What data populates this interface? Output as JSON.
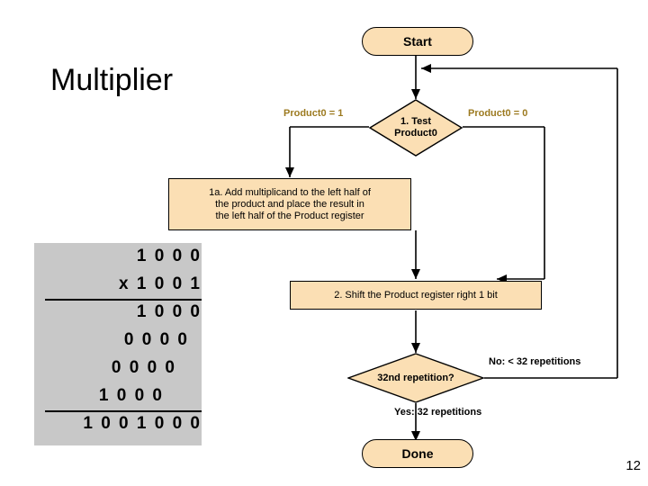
{
  "slide": {
    "title": "Multiplier",
    "page_number": "12"
  },
  "worked_example": {
    "rows": [
      {
        "text": "1 0  0  0"
      },
      {
        "text": "x  1 0  0  1"
      },
      {
        "text": "1 0  0  0"
      },
      {
        "text": "0 0  0  0"
      },
      {
        "text": "0 0  0  0"
      },
      {
        "text": "1 0  0  0"
      },
      {
        "text": "1 0  0 1 0  0  0"
      }
    ]
  },
  "flowchart": {
    "nodes": {
      "start": "Start",
      "test": "1. Test\nProduct0",
      "add": "1a. Add multiplicand to the left half of the product and place the result in the left half of the Product register",
      "shift": "2. Shift the Product register right 1 bit",
      "repetition": "32nd repetition?",
      "done": "Done"
    },
    "labels": {
      "product0_is_1": "Product0 = 1",
      "product0_is_0": "Product0 = 0",
      "no_branch": "No:  < 32 repetitions",
      "yes_branch": "Yes:  32 repetitions"
    },
    "colors": {
      "node_fill": "#fbdfb4",
      "node_stroke": "#000000",
      "label_gold": "#9c7a20"
    }
  }
}
